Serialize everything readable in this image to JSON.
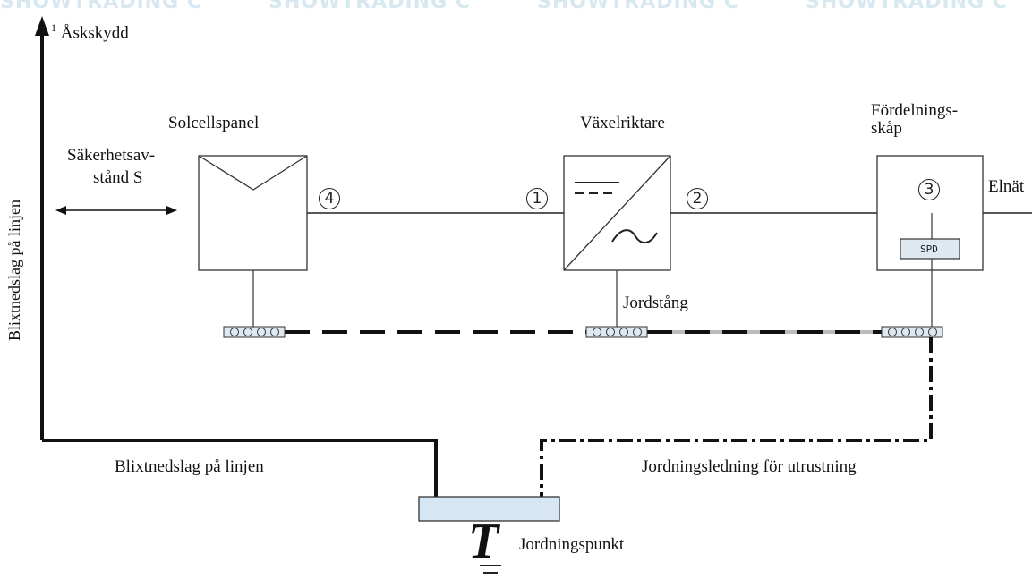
{
  "labels": {
    "lightning_protection": "Åskskydd",
    "superscript": "1",
    "solar_panel": "Solcellspanel",
    "inverter": "Växelriktare",
    "distribution_cabinet_line1": "Fördelnings-",
    "distribution_cabinet_line2": "skåp",
    "grid": "Elnät",
    "safety_distance_line1": "Säkerhetsav-",
    "safety_distance_line2": "stånd S",
    "ground_rod": "Jordstång",
    "lightning_strike_bottom": "Blixtnedslag på linjen",
    "lightning_strike_vertical": "Blixtnedslag på linjen",
    "equipment_ground_wire": "Jordningsledning för utrustning",
    "grounding_point": "Jordningspunkt",
    "spd": "SPD",
    "earth_symbol": "T"
  },
  "nodes": {
    "n1": "1",
    "n2": "2",
    "n3": "3",
    "n4": "4"
  },
  "watermark": {
    "text": "SHOWTRADING C"
  },
  "colors": {
    "line": "#111111",
    "ground_bar_fill": "#d6e6f2",
    "watermark": "#cfe3ee"
  }
}
